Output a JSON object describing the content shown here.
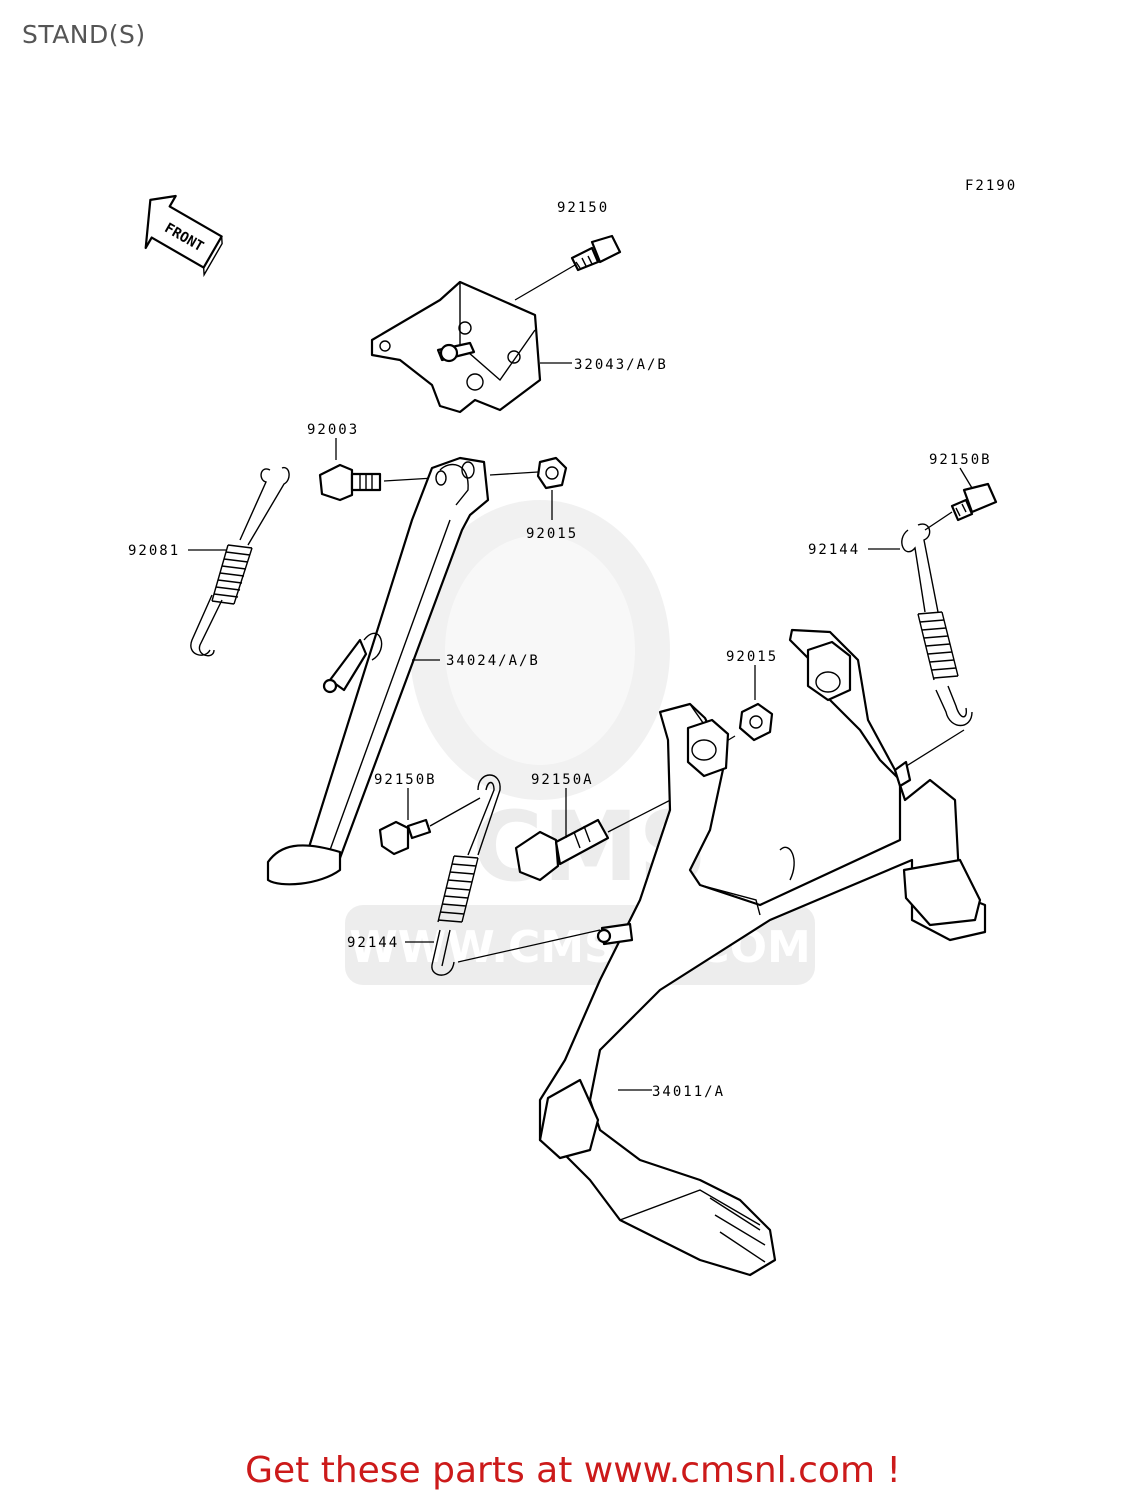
{
  "page": {
    "title": "STAND(S)"
  },
  "diagram": {
    "code": "F2190",
    "front_label": "FRONT",
    "parts": [
      {
        "id": "92150",
        "text": "92150"
      },
      {
        "id": "32043",
        "text": "32043/A/B"
      },
      {
        "id": "92003",
        "text": "92003"
      },
      {
        "id": "92015-top",
        "text": "92015"
      },
      {
        "id": "92081",
        "text": "92081"
      },
      {
        "id": "34024",
        "text": "34024/A/B"
      },
      {
        "id": "92150B-right",
        "text": "92150B"
      },
      {
        "id": "92144-right",
        "text": "92144"
      },
      {
        "id": "92015-mid",
        "text": "92015"
      },
      {
        "id": "92150B-left",
        "text": "92150B"
      },
      {
        "id": "92150A",
        "text": "92150A"
      },
      {
        "id": "92144-left",
        "text": "92144"
      },
      {
        "id": "34011",
        "text": "34011/A"
      }
    ]
  },
  "watermark": {
    "brand": "CMS",
    "url": "WWW.CMSNL.COM"
  },
  "footer": {
    "text": "Get these parts at www.cmsnl.com !"
  }
}
